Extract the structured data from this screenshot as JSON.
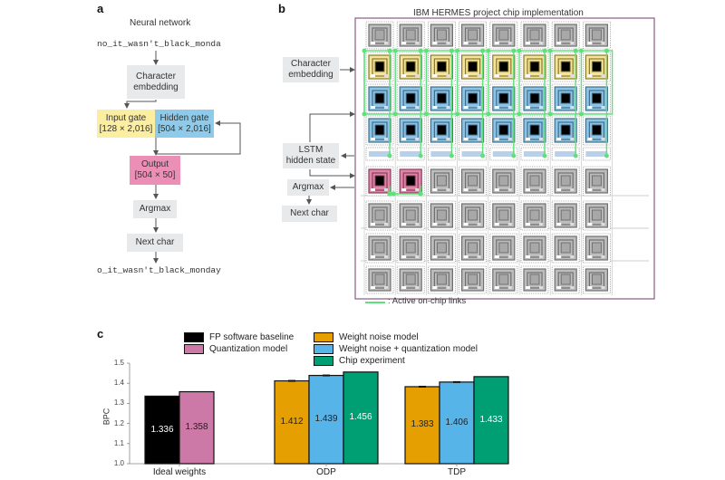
{
  "panel_a": {
    "letter": "a",
    "title": "Neural network",
    "input_text": "no_it_wasn't_black_monda",
    "output_text": "o_it_wasn't_black_monday",
    "nodes": {
      "char_embedding": "Character embedding",
      "input_gate": "Input gate",
      "input_gate_dims": "[128 × 2,016]",
      "hidden_gate": "Hidden gate",
      "hidden_gate_dims": "[504 × 2,016]",
      "output": "Output",
      "output_dims": "[504 × 50]",
      "argmax": "Argmax",
      "next_char": "Next char"
    },
    "colors": {
      "input_gate": "#fbeea0",
      "hidden_gate": "#8ecbea",
      "output": "#ec8fb6",
      "neutral": "#e8e9ea"
    }
  },
  "panel_b": {
    "letter": "b",
    "title": "IBM HERMES project chip implementation",
    "labels": {
      "char_embedding": "Character embedding",
      "lstm_hidden": "LSTM hidden state",
      "argmax": "Argmax",
      "next_char": "Next char"
    },
    "legend": ": Active on-chip links",
    "grid": {
      "rows": 9,
      "cols": 8,
      "row_types": [
        "gray",
        "yellow",
        "blue",
        "blue",
        "bar",
        "pink-partial",
        "gray",
        "gray",
        "gray"
      ],
      "pink_cols": 2
    },
    "colors": {
      "frame": "#8b5a86",
      "active_link": "#5ee07a",
      "yellow": "#f3e39b",
      "blue": "#8ec3e3",
      "pink": "#df86a8",
      "gray": "#9a9a9a"
    }
  },
  "panel_c": {
    "letter": "c"
  },
  "chart_data": {
    "type": "bar",
    "title": "",
    "xlabel": "",
    "ylabel": "BPC",
    "ylim": [
      1.0,
      1.5
    ],
    "yticks": [
      "1.0",
      "1.1",
      "1.2",
      "1.3",
      "1.4",
      "1.5"
    ],
    "categories": [
      "Ideal weights",
      "ODP",
      "TDP"
    ],
    "legend_position": "top",
    "legend": [
      {
        "name": "FP software baseline",
        "color": "#000000"
      },
      {
        "name": "Quantization model",
        "color": "#cc79a7"
      },
      {
        "name": "Weight noise model",
        "color": "#e69f00"
      },
      {
        "name": "Weight noise + quantization model",
        "color": "#56b4e9"
      },
      {
        "name": "Chip experiment",
        "color": "#009e73"
      }
    ],
    "groups": [
      {
        "category": "Ideal weights",
        "bars": [
          {
            "series": "FP software baseline",
            "value": 1.336,
            "label": "1.336",
            "color": "#000000",
            "label_color": "#ffffff",
            "error": false
          },
          {
            "series": "Quantization model",
            "value": 1.358,
            "label": "1.358",
            "color": "#cc79a7",
            "label_color": "#222222",
            "error": false
          }
        ]
      },
      {
        "category": "ODP",
        "bars": [
          {
            "series": "Weight noise model",
            "value": 1.412,
            "label": "1.412",
            "color": "#e69f00",
            "label_color": "#222222",
            "error": true
          },
          {
            "series": "Weight noise + quantization model",
            "value": 1.439,
            "label": "1.439",
            "color": "#56b4e9",
            "label_color": "#222222",
            "error": true
          },
          {
            "series": "Chip experiment",
            "value": 1.456,
            "label": "1.456",
            "color": "#009e73",
            "label_color": "#ffffff",
            "error": false
          }
        ]
      },
      {
        "category": "TDP",
        "bars": [
          {
            "series": "Weight noise model",
            "value": 1.383,
            "label": "1.383",
            "color": "#e69f00",
            "label_color": "#222222",
            "error": true
          },
          {
            "series": "Weight noise + quantization model",
            "value": 1.406,
            "label": "1.406",
            "color": "#56b4e9",
            "label_color": "#222222",
            "error": true
          },
          {
            "series": "Chip experiment",
            "value": 1.433,
            "label": "1.433",
            "color": "#009e73",
            "label_color": "#ffffff",
            "error": false
          }
        ]
      }
    ]
  }
}
